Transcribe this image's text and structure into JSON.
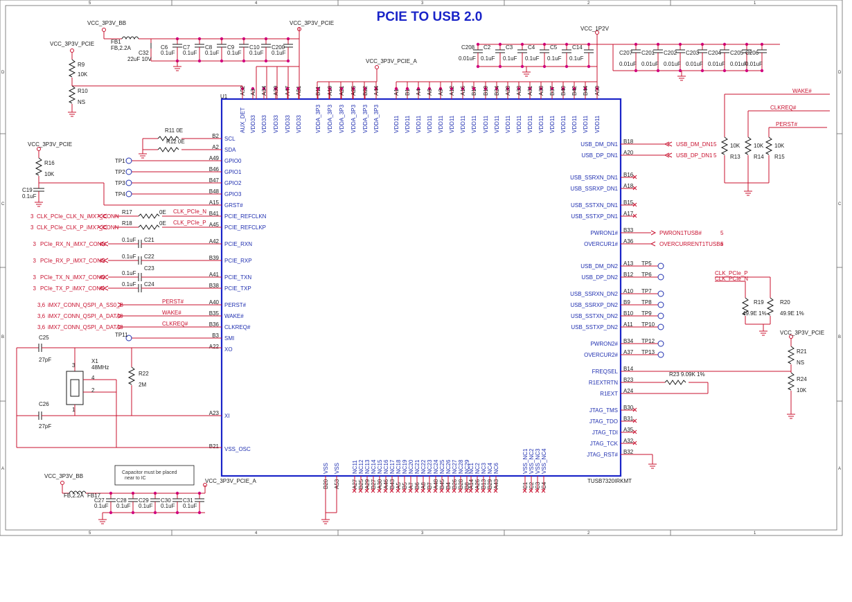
{
  "title": "PCIE TO USB 2.0",
  "frame": {
    "columns": [
      "5",
      "4",
      "3",
      "2",
      "1"
    ],
    "rows": [
      "D",
      "C",
      "B",
      "A"
    ]
  },
  "ic": {
    "ref": "U1",
    "part": "TUSB7320IRKMT",
    "top_pins": [
      {
        "num": "A52",
        "name": "AUX_DET"
      },
      {
        "num": "A3",
        "name": "VDD33"
      },
      {
        "num": "A34",
        "name": "VDD33"
      },
      {
        "num": "A39",
        "name": "VDD33"
      },
      {
        "num": "A47",
        "name": "VDD33"
      },
      {
        "num": "A51",
        "name": "VDD33"
      },
      {
        "num": "B11",
        "name": "VDDA_3P3"
      },
      {
        "num": "A19",
        "name": "VDDA_3P3"
      },
      {
        "num": "A21",
        "name": "VDDA_3P3"
      },
      {
        "num": "A25",
        "name": "VDDA_3P3"
      },
      {
        "num": "B22",
        "name": "VDDA_3P3"
      },
      {
        "num": "A44",
        "name": "VDDA_3P3"
      },
      {
        "num": "A1",
        "name": "VDD11"
      },
      {
        "num": "B1",
        "name": "VDD11"
      },
      {
        "num": "A4",
        "name": "VDD11"
      },
      {
        "num": "A6",
        "name": "VDD11"
      },
      {
        "num": "A9",
        "name": "VDD11"
      },
      {
        "num": "A12",
        "name": "VDD11"
      },
      {
        "num": "A16",
        "name": "VDD11"
      },
      {
        "num": "B17",
        "name": "VDD11"
      },
      {
        "num": "B19",
        "name": "VDD11"
      },
      {
        "num": "B24",
        "name": "VDD11"
      },
      {
        "num": "A28",
        "name": "VDD11"
      },
      {
        "num": "A33",
        "name": "VDD11"
      },
      {
        "num": "A31",
        "name": "VDD11"
      },
      {
        "num": "A38",
        "name": "VDD11"
      },
      {
        "num": "B37",
        "name": "VDD11"
      },
      {
        "num": "B40",
        "name": "VDD11"
      },
      {
        "num": "B42",
        "name": "VDD11"
      },
      {
        "num": "B44",
        "name": "VDD11"
      },
      {
        "num": "A50",
        "name": "VDD11"
      }
    ],
    "left_pins": [
      {
        "num": "B2",
        "name": "SCL",
        "net": "",
        "netref": ""
      },
      {
        "num": "A2",
        "name": "SDA",
        "net": "",
        "netref": ""
      },
      {
        "num": "A49",
        "name": "GPIO0",
        "net": "TP1",
        "netref": ""
      },
      {
        "num": "B46",
        "name": "GPIO1",
        "net": "TP2",
        "netref": ""
      },
      {
        "num": "B47",
        "name": "GPIO2",
        "net": "TP3",
        "netref": ""
      },
      {
        "num": "B48",
        "name": "GPIO3",
        "net": "TP4",
        "netref": ""
      },
      {
        "num": "A15",
        "name": "GRST#",
        "net": "",
        "netref": ""
      },
      {
        "num": "B41",
        "name": "PCIE_REFCLKN",
        "net": "CLK_PCIe_CLK_N_iMX7_CONN",
        "netref": "3"
      },
      {
        "num": "A45",
        "name": "PCIE_REFCLKP",
        "net": "CLK_PCIe_CLK_P_iMX7_CONN",
        "netref": "3"
      },
      {
        "num": "A42",
        "name": "PCIE_RXN",
        "net": "PCIe_RX_N_iMX7_CONN",
        "netref": "3"
      },
      {
        "num": "B39",
        "name": "PCIE_RXP",
        "net": "PCIe_RX_P_iMX7_CONN",
        "netref": "3"
      },
      {
        "num": "A41",
        "name": "PCIE_TXN",
        "net": "PCIe_TX_N_iMX7_CONN",
        "netref": "3"
      },
      {
        "num": "B38",
        "name": "PCIE_TXP",
        "net": "PCIe_TX_P_iMX7_CONN",
        "netref": "3"
      },
      {
        "num": "A40",
        "name": "PERST#",
        "net": "iMX7_CONN_QSPI_A_SS0_B",
        "netref": "3,6"
      },
      {
        "num": "B35",
        "name": "WAKE#",
        "net": "iMX7_CONN_QSPI_A_DATA0",
        "netref": "3,6"
      },
      {
        "num": "B36",
        "name": "CLKREQ#",
        "net": "iMX7_CONN_QSPI_A_DATA3",
        "netref": "3,6"
      },
      {
        "num": "B3",
        "name": "SMI",
        "net": "TP11",
        "netref": ""
      },
      {
        "num": "A22",
        "name": "XO",
        "net": "",
        "netref": ""
      },
      {
        "num": "A23",
        "name": "XI",
        "net": "",
        "netref": ""
      },
      {
        "num": "B21",
        "name": "VSS_OSC",
        "net": "",
        "netref": ""
      }
    ],
    "right_pins": [
      {
        "num": "B18",
        "name": "USB_DM_DN1",
        "net": "USB_DM_DN1",
        "ref": "5"
      },
      {
        "num": "A20",
        "name": "USB_DP_DN1",
        "net": "USB_DP_DN1",
        "ref": "5"
      },
      {
        "num": "B16",
        "name": "USB_SSRXN_DN1",
        "net": "",
        "ref": ""
      },
      {
        "num": "A18",
        "name": "USB_SSRXP_DN1",
        "net": "",
        "ref": ""
      },
      {
        "num": "B15",
        "name": "USB_SSTXN_DN1",
        "net": "",
        "ref": ""
      },
      {
        "num": "A17",
        "name": "USB_SSTXP_DN1",
        "net": "",
        "ref": ""
      },
      {
        "num": "B33",
        "name": "PWRON1#",
        "net": "PWRON1TUSB#",
        "ref": "5"
      },
      {
        "num": "A36",
        "name": "OVERCUR1#",
        "net": "OVERCURRENT1TUSB#",
        "ref": "5"
      },
      {
        "num": "A13",
        "name": "USB_DM_DN2",
        "net": "TP5",
        "ref": ""
      },
      {
        "num": "B12",
        "name": "USB_DP_DN2",
        "net": "TP6",
        "ref": ""
      },
      {
        "num": "A10",
        "name": "USB_SSRXN_DN2",
        "net": "TP7",
        "ref": ""
      },
      {
        "num": "B9",
        "name": "USB_SSRXP_DN2",
        "net": "TP8",
        "ref": ""
      },
      {
        "num": "B10",
        "name": "USB_SSTXN_DN2",
        "net": "TP9",
        "ref": ""
      },
      {
        "num": "A11",
        "name": "USB_SSTXP_DN2",
        "net": "TP10",
        "ref": ""
      },
      {
        "num": "B34",
        "name": "PWRON2#",
        "net": "TP12",
        "ref": ""
      },
      {
        "num": "A37",
        "name": "OVERCUR2#",
        "net": "TP13",
        "ref": ""
      },
      {
        "num": "B14",
        "name": "FREQSEL",
        "net": "",
        "ref": ""
      },
      {
        "num": "B23",
        "name": "R1EXTRTN",
        "net": "",
        "ref": ""
      },
      {
        "num": "A24",
        "name": "R1EXT",
        "net": "",
        "ref": ""
      },
      {
        "num": "B30",
        "name": "JTAG_TMS",
        "net": "",
        "ref": ""
      },
      {
        "num": "B31",
        "name": "JTAG_TDO",
        "net": "",
        "ref": ""
      },
      {
        "num": "A35",
        "name": "JTAG_TDI",
        "net": "",
        "ref": ""
      },
      {
        "num": "A32",
        "name": "JTAG_TCK",
        "net": "",
        "ref": ""
      },
      {
        "num": "B32",
        "name": "JTAG_RST#",
        "net": "",
        "ref": ""
      }
    ],
    "bottom_pins": [
      {
        "num": "B20",
        "name": "VSS"
      },
      {
        "num": "A53",
        "name": "VSS"
      },
      {
        "num": "A27",
        "name": "NC11"
      },
      {
        "num": "B25",
        "name": "NC12"
      },
      {
        "num": "A29",
        "name": "NC13"
      },
      {
        "num": "B27",
        "name": "NC14"
      },
      {
        "num": "A30",
        "name": "NC15"
      },
      {
        "num": "A46",
        "name": "NC16"
      },
      {
        "num": "B43",
        "name": "NC17"
      },
      {
        "num": "A5",
        "name": "NC18"
      },
      {
        "num": "B5",
        "name": "NC19"
      },
      {
        "num": "A7",
        "name": "NC20"
      },
      {
        "num": "B6",
        "name": "NC21"
      },
      {
        "num": "A8",
        "name": "NC22"
      },
      {
        "num": "B7",
        "name": "NC23"
      },
      {
        "num": "A48",
        "name": "NC24"
      },
      {
        "num": "B45",
        "name": "NC25"
      },
      {
        "num": "B4",
        "name": "NC26"
      },
      {
        "num": "B26",
        "name": "NC27"
      },
      {
        "num": "B28",
        "name": "NC28"
      },
      {
        "num": "B8",
        "name": "NC29"
      },
      {
        "num": "A14",
        "name": "NC1"
      },
      {
        "num": "A26",
        "name": "NC2"
      },
      {
        "num": "B13",
        "name": "NC3"
      },
      {
        "num": "B29",
        "name": "NC4"
      },
      {
        "num": "A43",
        "name": "NC6"
      },
      {
        "num": "C1",
        "name": "VSS_NC1"
      },
      {
        "num": "C2",
        "name": "VSS_NC2"
      },
      {
        "num": "C3",
        "name": "VSS_NC3"
      },
      {
        "num": "C4",
        "name": "VSS_NC4"
      }
    ]
  },
  "power_nets": {
    "vcc_bb_top": "VCC_3P3V_BB",
    "vcc_pcie_top": "VCC_3P3V_PCIE",
    "vcc_pcie_left": "VCC_3P3V_PCIE",
    "vcc_pcie_a": "VCC_3P3V_PCIE_A",
    "vcc_1p2v": "VCC_1P2V",
    "vcc_pcie_mid": "VCC_3P3V_PCIE",
    "vcc_pcie_right": "VCC_3P3V_PCIE",
    "vcc_bb_bottom": "VCC_3P3V_BB",
    "vcc_pcie_a_bottom": "VCC_3P3V_PCIE_A"
  },
  "components": {
    "fb1": {
      "ref": "FB1",
      "value": "FB,2.2A"
    },
    "c32": {
      "ref": "C32",
      "value": "22uF 10V"
    },
    "caps_3v3_top": [
      {
        "ref": "C6",
        "value": "0.1uF"
      },
      {
        "ref": "C7",
        "value": "0.1uF"
      },
      {
        "ref": "C8",
        "value": "0.1uF"
      },
      {
        "ref": "C9",
        "value": "0.1uF"
      },
      {
        "ref": "C10",
        "value": "0.1uF"
      },
      {
        "ref": "C200",
        "value": "0.1uF"
      }
    ],
    "r9": {
      "ref": "R9",
      "value": "10K"
    },
    "r10": {
      "ref": "R10",
      "value": "NS"
    },
    "caps_1p2_a": [
      {
        "ref": "C208",
        "value": "0.01uF"
      },
      {
        "ref": "C2",
        "value": "0.1uF"
      },
      {
        "ref": "C3",
        "value": "0.1uF"
      },
      {
        "ref": "C4",
        "value": "0.1uF"
      },
      {
        "ref": "C5",
        "value": "0.1uF"
      },
      {
        "ref": "C14",
        "value": "0.1uF"
      }
    ],
    "caps_1p2_b": [
      {
        "ref": "C207",
        "value": "0.01uF"
      },
      {
        "ref": "C201",
        "value": "0.01uF"
      },
      {
        "ref": "C202",
        "value": "0.01uF"
      },
      {
        "ref": "C203",
        "value": "0.01uF"
      },
      {
        "ref": "C204",
        "value": "0.01uF"
      },
      {
        "ref": "C205",
        "value": "0.01uF"
      },
      {
        "ref": "C206",
        "value": "0.01uF"
      }
    ],
    "r11": {
      "ref": "R11",
      "value": "0E"
    },
    "r12": {
      "ref": "R12",
      "value": "0E"
    },
    "r16": {
      "ref": "R16",
      "value": "10K"
    },
    "c19": {
      "ref": "C19",
      "value": "0.1uF"
    },
    "r17": {
      "ref": "R17",
      "value": "0E",
      "net": "CLK_PCIe_N"
    },
    "r18": {
      "ref": "R18",
      "value": "0E",
      "net": "CLK_PCIe_P"
    },
    "coupling": [
      {
        "ref": "C21",
        "value": "0.1uF"
      },
      {
        "ref": "C22",
        "value": "0.1uF"
      },
      {
        "ref": "C23",
        "value": "0.1uF"
      },
      {
        "ref": "C24",
        "value": "0.1uF"
      }
    ],
    "ctrl_nets": [
      "PERST#",
      "WAKE#",
      "CLKREQ#"
    ],
    "c25": {
      "ref": "C25",
      "value": "27pF"
    },
    "c26": {
      "ref": "C26",
      "value": "27pF"
    },
    "x1": {
      "ref": "X1",
      "value": "48MHz"
    },
    "r22": {
      "ref": "R22",
      "value": "2M"
    },
    "pullups_right": [
      {
        "ref": "R13",
        "value": "10K",
        "net": "WAKE#"
      },
      {
        "ref": "R14",
        "value": "10K",
        "net": "CLKREQ#"
      },
      {
        "ref": "R15",
        "value": "10K",
        "net": "PERST#"
      }
    ],
    "r19": {
      "ref": "R19",
      "value": "49.9E 1%",
      "net": "CLK_PCIe_P"
    },
    "r20": {
      "ref": "R20",
      "value": "49.9E 1%",
      "net": "CLK_PCIe_N"
    },
    "r21": {
      "ref": "R21",
      "value": "NS"
    },
    "r24": {
      "ref": "R24",
      "value": "10K"
    },
    "r23": {
      "ref": "R23",
      "value": "9.09K 1%"
    },
    "fb17": {
      "ref": "FB17",
      "value": "FB,2.2A"
    },
    "caps_bottom": [
      {
        "ref": "C27",
        "value": "0.1uF"
      },
      {
        "ref": "C28",
        "value": "0.1uF"
      },
      {
        "ref": "C29",
        "value": "0.1uF"
      },
      {
        "ref": "C30",
        "value": "0.1uF"
      },
      {
        "ref": "C31",
        "value": "0.1uF"
      }
    ],
    "note_line1": "Capacitor must be placed",
    "note_line2": "near to IC"
  },
  "colors": {
    "ic_outline": "#1a24c8",
    "wire": "#c8102e",
    "net_label": "#c8102e",
    "pin_text": "#1f2fb0",
    "title": "#1a24c8",
    "junction": "#d1007f"
  }
}
